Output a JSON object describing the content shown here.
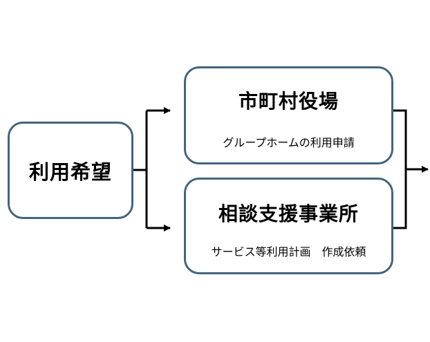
{
  "nodes": {
    "request": {
      "title": "利用希望"
    },
    "municipal_office": {
      "title": "市町村役場",
      "subtitle": "グループホームの利用申請"
    },
    "consultation_office": {
      "title": "相談支援事業所",
      "subtitle": "サービス等利用計画　作成依頼"
    }
  },
  "colors": {
    "box_border": "#43647e",
    "connector": "#000000"
  }
}
